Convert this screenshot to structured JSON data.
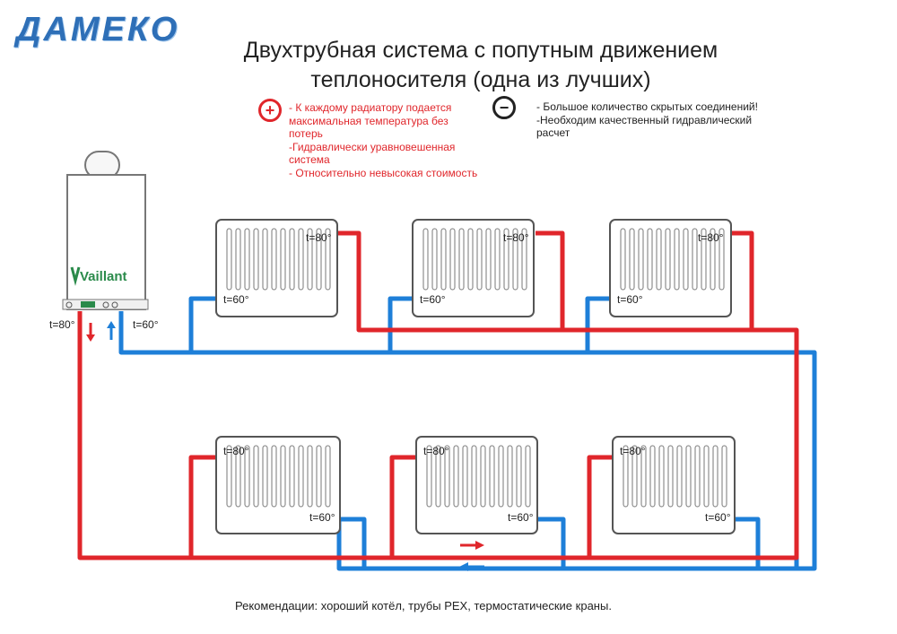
{
  "logo": "ДАМЕКО",
  "title_line1": "Двухтрубная система с попутным движением",
  "title_line2": "теплоносителя (одна из лучших)",
  "pros_symbol": "+",
  "cons_symbol": "−",
  "pros_text": "- К каждому радиатору подается\nмаксимальная температура без\nпотерь\n-Гидравлически уравновешенная\nсистема\n- Относительно невысокая стоимость",
  "cons_text": "- Большое количество скрытых соединений!\n-Необходим качественный гидравлический\nрасчет",
  "boiler_brand": "Vaillant",
  "supply_label": "t=80°",
  "return_label": "t=60°",
  "radiator_hot": "t=80°",
  "radiator_cold": "t=60°",
  "footer": "Рекомендации: хороший котёл, трубы PEX, термостатические краны.",
  "colors": {
    "supply": "#e0262b",
    "return": "#1e7fd8",
    "logo": "#2e6fb7",
    "brand": "#2a8a4a"
  }
}
